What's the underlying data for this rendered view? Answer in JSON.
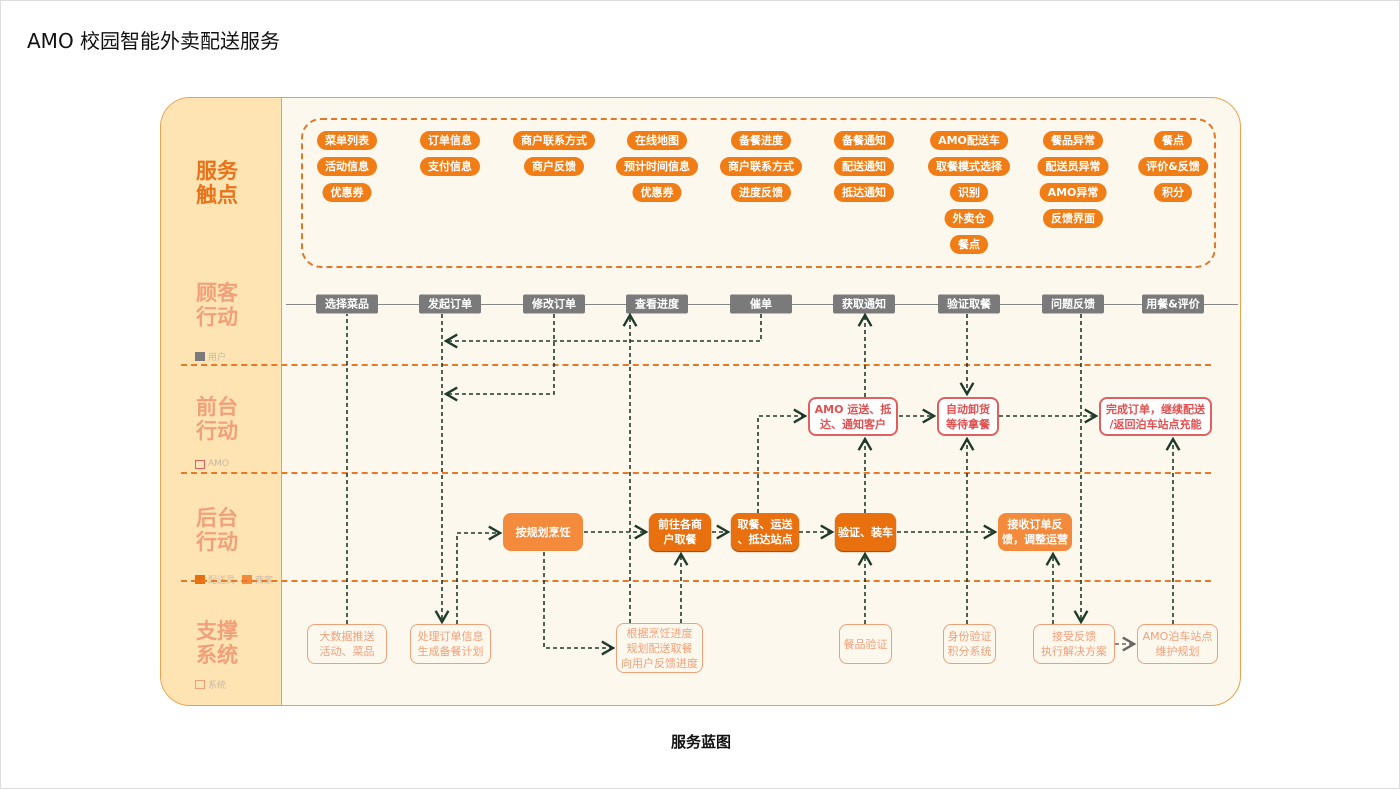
{
  "title": "AMO 校园智能外卖配送服务",
  "caption": "服务蓝图",
  "lanes": {
    "touchpoints": "服务\n触点",
    "customer": "顾客\n行动",
    "front": "前台\n行动",
    "back": "后台\n行动",
    "support": "支撑\n系统"
  },
  "legend": {
    "user": "用户",
    "amo": "AMO",
    "courier": "配送员",
    "merchant": "商家",
    "system": "系统"
  },
  "colors": {
    "user": "#7a7a7a",
    "amo": "#e06060",
    "courier": "#e8700e",
    "merchant": "#f48a3c",
    "system": "#eca17a",
    "accent": "#f07d16"
  },
  "touchpoints": [
    [
      "菜单列表",
      "活动信息",
      "优惠券"
    ],
    [
      "订单信息",
      "支付信息"
    ],
    [
      "商户联系方式",
      "商户反馈"
    ],
    [
      "在线地图",
      "预计时间信息",
      "优惠券"
    ],
    [
      "备餐进度",
      "商户联系方式",
      "进度反馈"
    ],
    [
      "备餐通知",
      "配送通知",
      "抵达通知"
    ],
    [
      "AMO配送车",
      "取餐模式选择",
      "识别",
      "外卖仓",
      "餐点"
    ],
    [
      "餐品异常",
      "配送员异常",
      "AMO异常",
      "反馈界面"
    ],
    [
      "餐点",
      "评价&反馈",
      "积分"
    ]
  ],
  "customer_actions": [
    "选择菜品",
    "发起订单",
    "修改订单",
    "查看进度",
    "催单",
    "获取通知",
    "验证取餐",
    "问题反馈",
    "用餐&评价"
  ],
  "front": {
    "amo_deliver": "AMO 运送、抵\n达、通知客户",
    "unload": "自动卸货\n等待拿餐",
    "complete": "完成订单，继续配送\n/返回泊车站点充能"
  },
  "back": {
    "cook": "按规划烹饪",
    "goto": "前往各商\n户取餐",
    "pickup": "取餐、运送\n、抵达站点",
    "load": "验证、装车",
    "feedback": "接收订单反\n馈，调整运营"
  },
  "support": {
    "bigdata": "大数据推送\n活动、菜品",
    "process": "处理订单信息\n生成备餐计划",
    "plan": "根据烹饪进度\n规划配送取餐\n向用户反馈进度",
    "verify": "餐品验证",
    "identity": "身份验证\n积分系统",
    "accept": "接受反馈\n执行解决方案",
    "station": "AMO泊车站点\n维护规划"
  }
}
